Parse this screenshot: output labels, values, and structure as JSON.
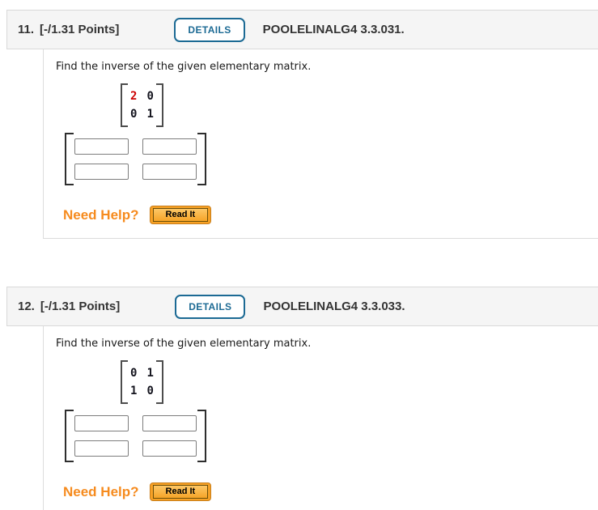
{
  "colors": {
    "header_bg": "#f5f5f5",
    "header_border": "#d9d9d9",
    "body_border": "#dcdcdc",
    "details_blue": "#1c6a94",
    "need_help_orange": "#f68b1e",
    "read_it_orange": "#f7a125",
    "matrix_highlight_red": "#cc0000"
  },
  "problems": [
    {
      "number": "11.",
      "points": "[-/1.31 Points]",
      "details_label": "DETAILS",
      "title": "POOLELINALG4 3.3.031.",
      "prompt": "Find the inverse of the given elementary matrix.",
      "given_matrix": {
        "r0c0": "2",
        "r0c1": "0",
        "r1c0": "0",
        "r1c1": "1"
      },
      "answer_inputs": {
        "r0c0": "",
        "r0c1": "",
        "r1c0": "",
        "r1c1": ""
      },
      "need_help_label": "Need Help?",
      "read_it_label": "Read It"
    },
    {
      "number": "12.",
      "points": "[-/1.31 Points]",
      "details_label": "DETAILS",
      "title": "POOLELINALG4 3.3.033.",
      "prompt": "Find the inverse of the given elementary matrix.",
      "given_matrix": {
        "r0c0": "0",
        "r0c1": "1",
        "r1c0": "1",
        "r1c1": "0"
      },
      "answer_inputs": {
        "r0c0": "",
        "r0c1": "",
        "r1c0": "",
        "r1c1": ""
      },
      "need_help_label": "Need Help?",
      "read_it_label": "Read It"
    }
  ]
}
